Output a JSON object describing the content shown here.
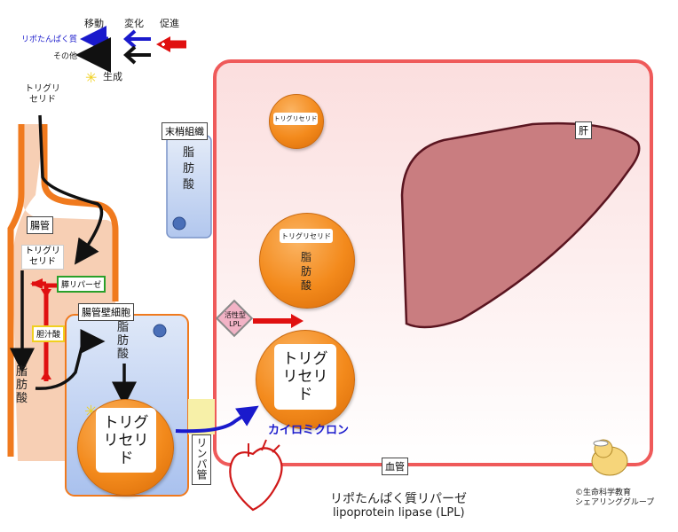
{
  "legend": {
    "movement": "移動",
    "change": "変化",
    "promotion": "促進",
    "lipoprotein_label": "リポたんぱく質",
    "other_label": "その他",
    "generation_label": "生成"
  },
  "labels": {
    "triglyceride_top": "トリグリ\nセリド",
    "intestine": "腸管",
    "triglyceride_intestine": "トリグリ\nセリド",
    "pancreatic_lipase": "膵リパーゼ",
    "bile_acid": "胆汁酸",
    "fatty_acid_intestine": "脂\n肪\n酸",
    "peripheral_tissue": "末梢組織",
    "fatty_acid_peripheral": "脂\n肪\n酸",
    "epithelial_cell": "腸管壁細胞",
    "fatty_acid_cell": "脂\n肪\n酸",
    "triglyceride_cell": "トリグ\nリセリ\nド",
    "lymph_vessel": "リンパ管",
    "chylomicron": "カイロミクロン",
    "chylomicron_tg": "トリグ\nリセリ\nド",
    "active_lpl": "活性型\nLPL",
    "small_particle_tg": "トリグリセリド",
    "mid_particle_tg": "トリグリセリド",
    "mid_particle_fa": "脂\n肪\n酸",
    "liver": "肝",
    "blood_vessel": "血管",
    "caption_ja": "リポたんぱく質リパーゼ",
    "caption_en": "lipoprotein lipase (LPL)",
    "credit_1": "©生命科学教育",
    "credit_2": "シェアリンググループ"
  },
  "colors": {
    "lipoprotein_arrow": "#1a1acc",
    "other_arrow": "#111111",
    "promote_arrow": "#e01010",
    "vessel_border": "#ef5a5a",
    "liver": "#c97d80",
    "particle": "#f38a1c"
  },
  "icons": {
    "generation": "asterisk-star-icon",
    "heart": "heart-icon",
    "mascot": "dog-mascot-icon"
  }
}
